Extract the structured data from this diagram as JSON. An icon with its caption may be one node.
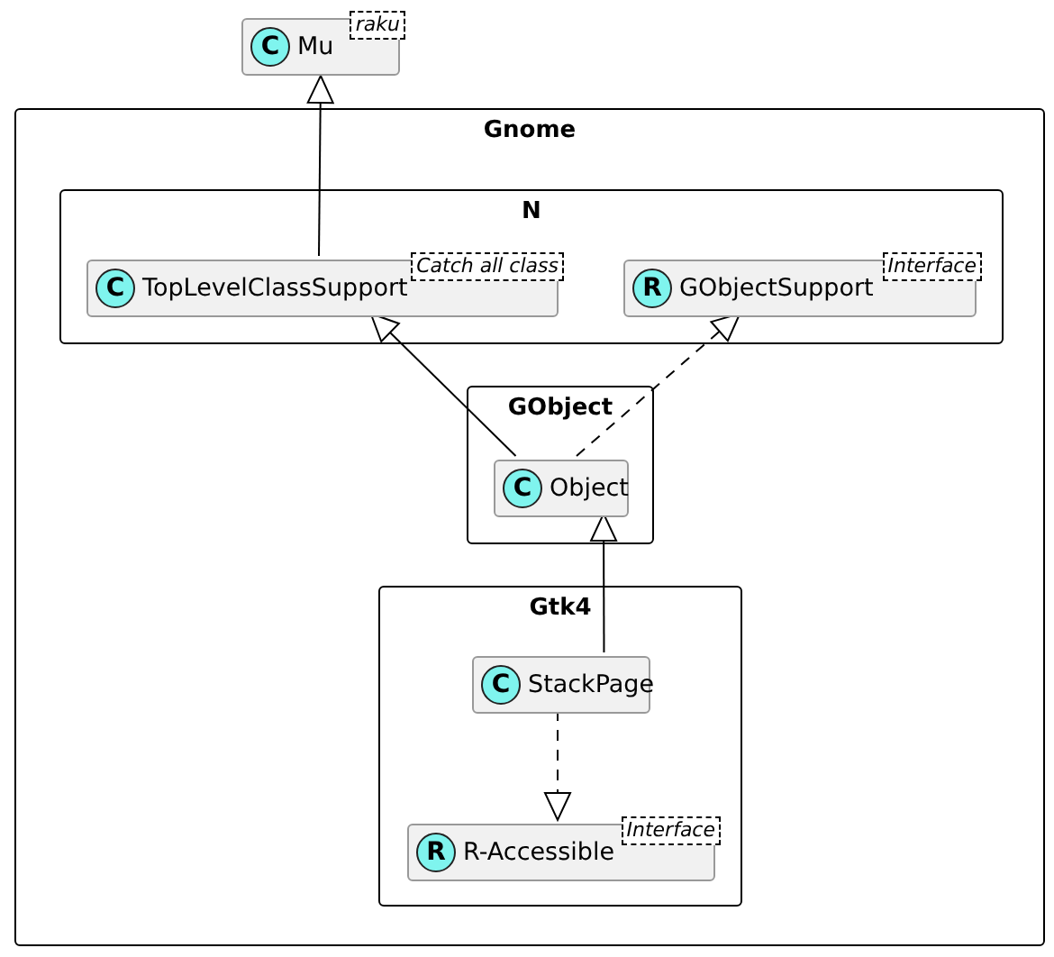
{
  "diagram": {
    "nodes": [
      {
        "text": [
          "C",
          "Mu",
          "raku"
        ]
      },
      {
        "text": [
          "Gnome"
        ]
      },
      {
        "text": [
          "N"
        ],
        "in": 1
      },
      {
        "text": [
          "C",
          "TopLevelClassSupport",
          "Catch all class"
        ],
        "in": 2
      },
      {
        "text": [
          "R",
          "GObjectSupport",
          "Interface"
        ],
        "in": 2
      },
      {
        "text": [
          "GObject"
        ],
        "in": 1
      },
      {
        "text": [
          "C",
          "Object"
        ],
        "in": 5
      },
      {
        "text": [
          "Gtk4"
        ],
        "in": 1
      },
      {
        "text": [
          "C",
          "StackPage"
        ],
        "in": 7
      },
      {
        "text": [
          "R",
          "R-Accessible",
          "Interface"
        ],
        "in": 7
      }
    ],
    "edges": [
      {
        "from": 3,
        "to": 0,
        "arrow": "to"
      },
      {
        "from": 6,
        "to": 3,
        "arrow": "to"
      },
      {
        "from": 6,
        "to": 4,
        "arrow": "to",
        "style": "dashed"
      },
      {
        "from": 8,
        "to": 6,
        "arrow": "to"
      },
      {
        "from": 8,
        "to": 9,
        "arrow": "to",
        "style": "dashed"
      }
    ]
  }
}
